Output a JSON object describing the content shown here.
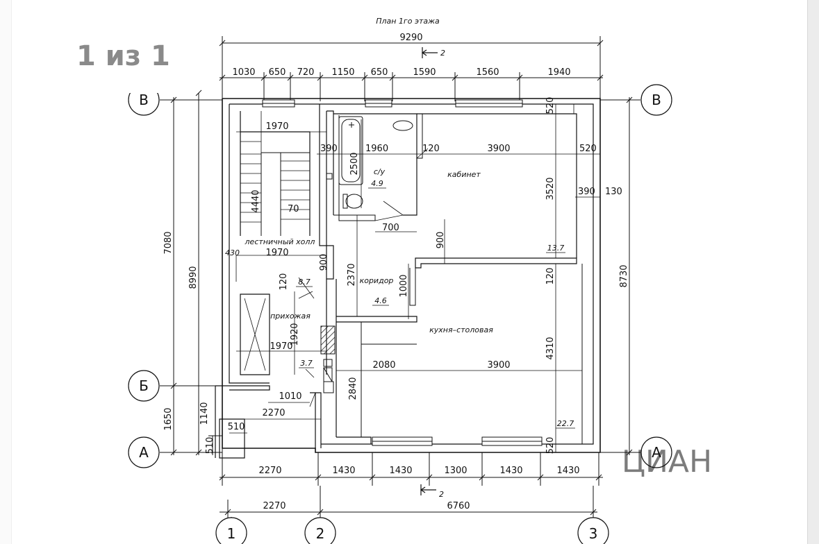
{
  "viewer": {
    "page_counter": "1 из 1"
  },
  "plan": {
    "title": "План 1го этажа",
    "overall": {
      "top": "9290",
      "bottom": "6760",
      "bottom_left": "2270",
      "left_a": "7080",
      "left_b": "8990",
      "left_c": "1650",
      "right": "8730"
    },
    "top_dims": [
      "1030",
      "650",
      "720",
      "1150",
      "650",
      "1590",
      "1560",
      "1940"
    ],
    "bottom_dims": [
      "2270",
      "1430",
      "1430",
      "1300",
      "1430",
      "1430"
    ],
    "axes": {
      "top_left": "В",
      "top_right": "В",
      "mid_left": "Б",
      "bottom_left": "А",
      "bottom_right": "А",
      "num_1": "1",
      "num_2": "2",
      "num_3": "3"
    },
    "section_marks": {
      "top": "2",
      "bottom": "2"
    },
    "rooms": {
      "bath": {
        "name": "с/у",
        "area": "4.9"
      },
      "office": {
        "name": "кабинет",
        "area": "13.7"
      },
      "stair_hall": {
        "name": "лестничный холл",
        "area": "8.7"
      },
      "corridor": {
        "name": "коридор",
        "area": "4.6"
      },
      "entrance": {
        "name": "прихожая",
        "area": "3.7"
      },
      "kitchen": {
        "name": "кухня–столовая",
        "area": "22.7"
      }
    },
    "inner_dims": {
      "stair_w1": "1970",
      "stair_w2": "1970",
      "stair_w3": "1970",
      "stair_len": "4440",
      "d70": "70",
      "d390a": "390",
      "d1960": "1960",
      "d120a": "120",
      "d3900a": "3900",
      "d520a": "520",
      "d520b": "520",
      "d520c": "520",
      "d2500": "2500",
      "d3520": "3520",
      "d390b": "390",
      "d130": "130",
      "d700": "700",
      "d900a": "900",
      "d900b": "900",
      "d430": "430",
      "d2370": "2370",
      "d1000": "1000",
      "d120b": "120",
      "d120c": "120",
      "d1920": "1920",
      "d4310": "4310",
      "d2080": "2080",
      "d3900b": "3900",
      "d2840": "2840",
      "d1010": "1010",
      "d2270": "2270",
      "d1140": "1140",
      "d510a": "510",
      "d510b": "510"
    },
    "watermark": "ЦИАН"
  }
}
